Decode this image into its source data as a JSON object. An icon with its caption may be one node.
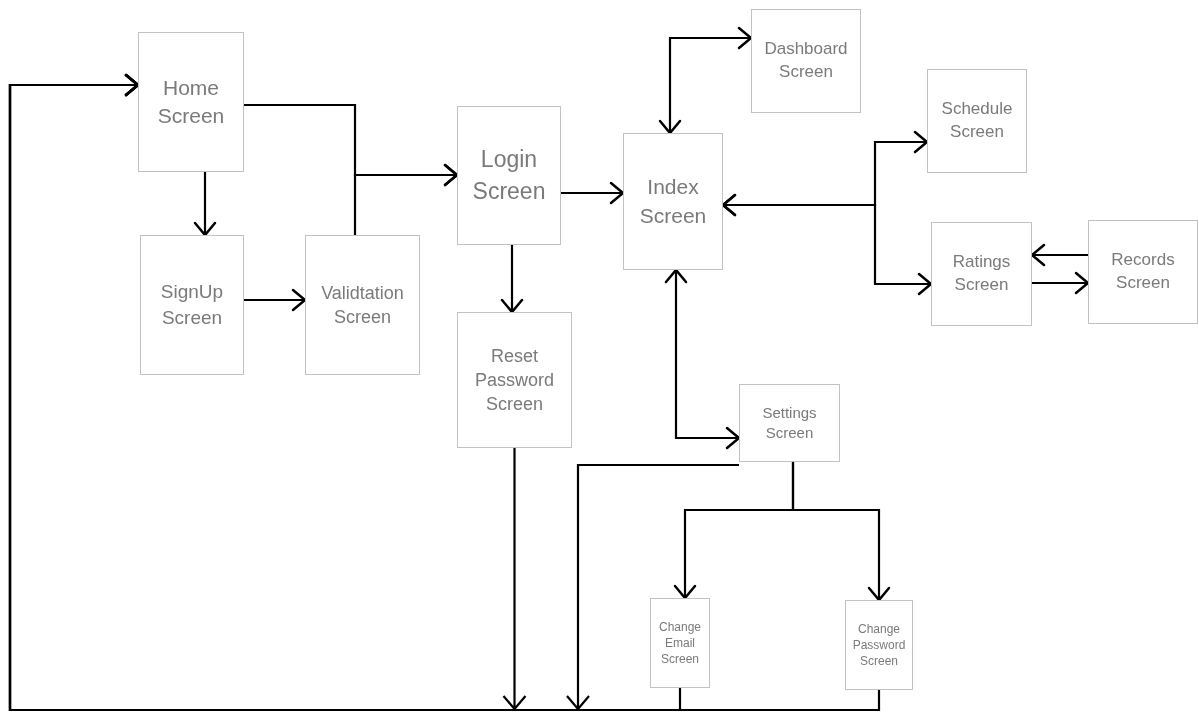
{
  "diagram": {
    "nodes": [
      {
        "text": [
          "Home Screen"
        ]
      },
      {
        "text": [
          "SignUp Screen"
        ]
      },
      {
        "text": [
          "Validtation Screen"
        ]
      },
      {
        "text": [
          "Login Screen"
        ]
      },
      {
        "text": [
          "Reset Password Screen"
        ]
      },
      {
        "text": [
          "Index Screen"
        ]
      },
      {
        "text": [
          "Dashboard Screen"
        ]
      },
      {
        "text": [
          "Schedule Screen"
        ]
      },
      {
        "text": [
          "Ratings Screen"
        ]
      },
      {
        "text": [
          "Records Screen"
        ]
      },
      {
        "text": [
          "Settings Screen"
        ]
      },
      {
        "text": [
          "Change Email Screen"
        ]
      },
      {
        "text": [
          "Change Password Screen"
        ]
      }
    ],
    "edges": [
      {
        "from": 0,
        "to": 1,
        "arrow": "to"
      },
      {
        "from": 1,
        "to": 2,
        "arrow": "to"
      },
      {
        "from": 0,
        "to": 3,
        "arrow": "to"
      },
      {
        "from": 2,
        "to": 3,
        "arrow": "to"
      },
      {
        "from": 3,
        "to": 5,
        "arrow": "to"
      },
      {
        "from": 3,
        "to": 4,
        "arrow": "to"
      },
      {
        "from": 5,
        "to": 6,
        "arrow": "both"
      },
      {
        "from": 5,
        "to": 7,
        "arrow": "both"
      },
      {
        "from": 5,
        "to": 8,
        "arrow": "both"
      },
      {
        "from": 8,
        "to": 9,
        "arrow": "to"
      },
      {
        "from": 9,
        "to": 8,
        "arrow": "to"
      },
      {
        "from": 5,
        "to": 10,
        "arrow": "both"
      },
      {
        "from": 10,
        "to": 11,
        "arrow": "to"
      },
      {
        "from": 10,
        "to": 12,
        "arrow": "to"
      },
      {
        "from": 4,
        "to": 0,
        "arrow": "to"
      },
      {
        "from": 10,
        "to": 0,
        "arrow": "to"
      },
      {
        "from": 11,
        "to": 0,
        "arrow": "to"
      },
      {
        "from": 12,
        "to": 0,
        "arrow": "to"
      }
    ]
  }
}
